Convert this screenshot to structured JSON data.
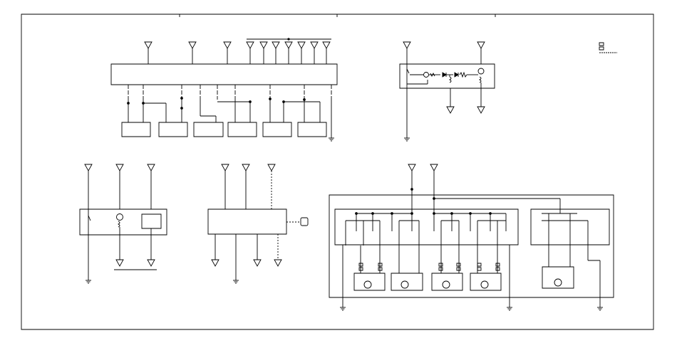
{
  "colors": {
    "background": "#ffffff",
    "stroke": "#000000"
  },
  "legend": {
    "icon": "connector-legend-icon"
  },
  "blocks": [
    {
      "id": "control-module-top",
      "icon": "module-box"
    },
    {
      "id": "combination-switch",
      "icon": "switch-module"
    },
    {
      "id": "left-switch-panel",
      "icon": "switch-panel"
    },
    {
      "id": "middle-control-unit",
      "icon": "control-unit"
    },
    {
      "id": "window-motor-assembly",
      "icon": "motor-assembly"
    }
  ]
}
